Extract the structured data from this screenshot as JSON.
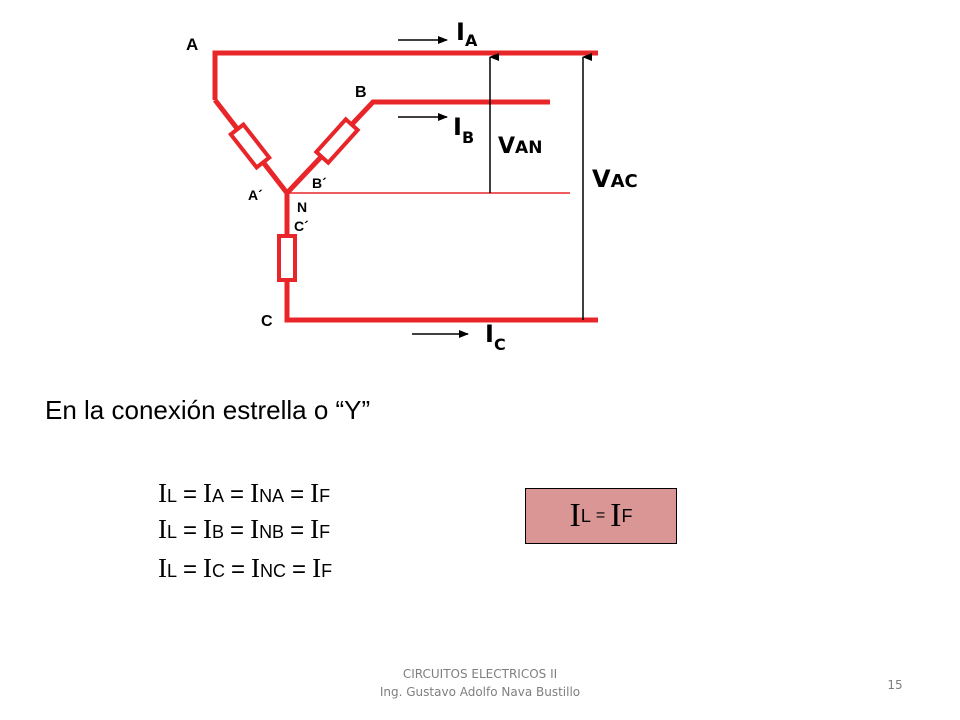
{
  "diagram": {
    "node_labels": {
      "a": "A",
      "b": "B",
      "c": "C",
      "a_prime": "A´",
      "b_prime": "B´",
      "n": "N",
      "c_prime": "C´"
    },
    "currents": {
      "ia": {
        "main": "I",
        "sub": "A"
      },
      "ib": {
        "main": "I",
        "sub": "B"
      },
      "ic": {
        "main": "I",
        "sub": "C"
      }
    },
    "voltages": {
      "van": {
        "main": "V",
        "sub": "AN"
      },
      "vac": {
        "main": "V",
        "sub": "AC"
      }
    },
    "colors": {
      "wire": "#e8262a",
      "measure": "#000000"
    }
  },
  "intro_text": "En la conexión estrella o “Y”",
  "equations": [
    [
      {
        "m": "I",
        "s": "L"
      },
      {
        "m": "I",
        "s": "A"
      },
      {
        "m": "I",
        "s": "NA"
      },
      {
        "m": "I",
        "s": "F"
      }
    ],
    [
      {
        "m": "I",
        "s": "L"
      },
      {
        "m": "I",
        "s": "B"
      },
      {
        "m": "I",
        "s": "NB"
      },
      {
        "m": "I",
        "s": "F"
      }
    ],
    [
      {
        "m": "I",
        "s": "L"
      },
      {
        "m": "I",
        "s": "C"
      },
      {
        "m": "I",
        "s": "NC"
      },
      {
        "m": "I",
        "s": "F"
      }
    ]
  ],
  "equals_sign": "=",
  "result": {
    "left": {
      "m": "I",
      "s": "L"
    },
    "op": "=",
    "right": {
      "m": "I",
      "s": "F"
    },
    "color": "#d99694"
  },
  "footer": {
    "line1": "CIRCUITOS ELECTRICOS II",
    "line2": "Ing. Gustavo Adolfo Nava Bustillo"
  },
  "page_number": "15"
}
